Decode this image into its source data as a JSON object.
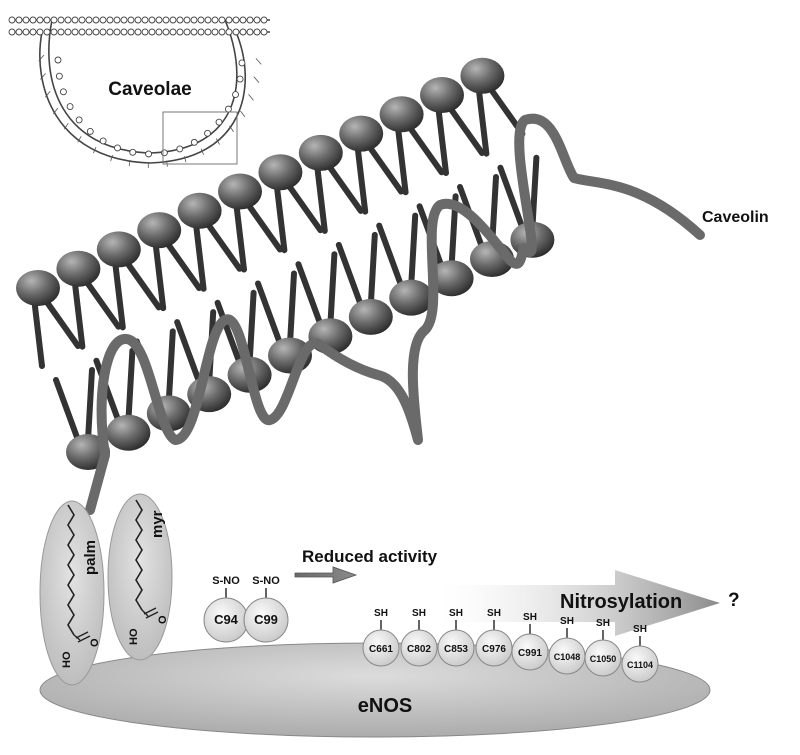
{
  "labels": {
    "caveolae": "Caveolae",
    "caveolin": "Caveolin",
    "palm": "palm",
    "myr": "myr",
    "ho_palm": "HO",
    "ho_myr": "HO",
    "o_palm": "O",
    "o_myr": "O",
    "reduced_activity": "Reduced activity",
    "nitrosylation": "Nitrosylation",
    "question": "?",
    "enos": "eNOS"
  },
  "nitrosylated_sites": [
    {
      "name": "C94",
      "group": "S-NO"
    },
    {
      "name": "C99",
      "group": "S-NO"
    }
  ],
  "free_sites": [
    {
      "name": "C661",
      "group": "SH"
    },
    {
      "name": "C802",
      "group": "SH"
    },
    {
      "name": "C853",
      "group": "SH"
    },
    {
      "name": "C976",
      "group": "SH"
    },
    {
      "name": "C991",
      "group": "SH"
    },
    {
      "name": "C1048",
      "group": "SH"
    },
    {
      "name": "C1050",
      "group": "SH"
    },
    {
      "name": "C1104",
      "group": "SH"
    }
  ],
  "colors": {
    "lipid_head_light": "#9a9a9a",
    "lipid_head_dark": "#2e2e2e",
    "lipid_tail": "#333333",
    "caveolin_strand": "#666666",
    "enos_body": "#c4c4c4",
    "anchor_ellipse": "#cfcfcf",
    "residue_ball": "#e0e0e0"
  }
}
